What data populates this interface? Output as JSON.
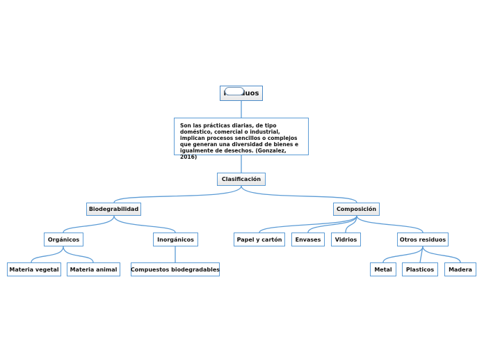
{
  "root": {
    "label": "Residuos"
  },
  "description": {
    "text": "Son las prácticas diarias, de tipo doméstico, comercial o industrial, implican procesos sencillos o complejos que generan una diversidad de bienes e igualmente de desechos. (Gonzalez, 2016)"
  },
  "classification": {
    "label": "Clasificación"
  },
  "biodegradability": {
    "label": "Biodegrabilidad",
    "organic": {
      "label": "Orgánicos",
      "children": [
        "Materia vegetal",
        "Materia animal"
      ]
    },
    "inorganic": {
      "label": "Inorgánicos",
      "children": [
        "Compuestos biodegradables"
      ]
    }
  },
  "composition": {
    "label": "Composición",
    "items": [
      "Papel y cartón",
      "Envases",
      "Vidrios"
    ],
    "other": {
      "label": "Otros residuos",
      "children": [
        "Metal",
        "Plasticos",
        "Madera"
      ]
    }
  },
  "colors": {
    "line": "#5b9bd5",
    "border": "#5b9bd5"
  }
}
